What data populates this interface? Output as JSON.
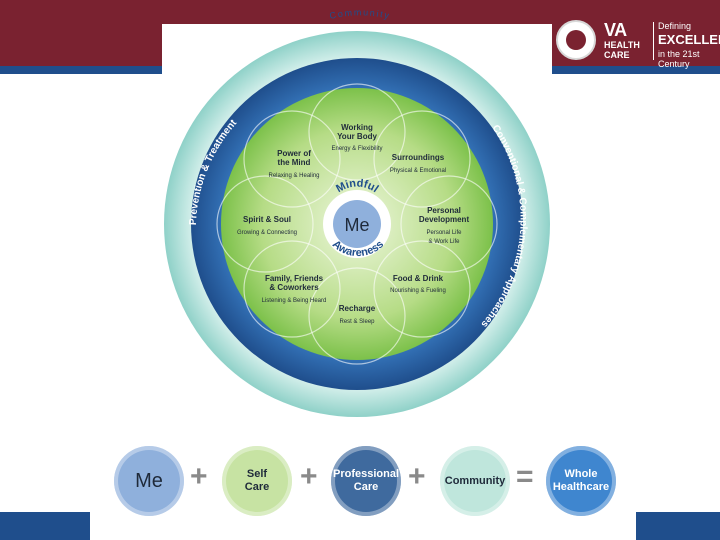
{
  "logo": {
    "va": "VA",
    "health_care": "HEALTH\nCARE",
    "defining": "Defining",
    "excellence": "EXCELLENCE",
    "century": "in the 21st Century"
  },
  "wheel": {
    "outer_top": "Community",
    "outer_left": "Prevention & Treatment",
    "outer_right": "Conventional & Complementary Approaches",
    "center": "Me",
    "mindful": "Mindful",
    "awareness": "Awareness",
    "petals": [
      {
        "title1": "Working",
        "title2": "Your Body",
        "sub1": "Energy & Flexibility",
        "sub2": ""
      },
      {
        "title1": "Surroundings",
        "title2": "",
        "sub1": "Physical & Emotional",
        "sub2": ""
      },
      {
        "title1": "Personal",
        "title2": "Development",
        "sub1": "Personal Life",
        "sub2": "& Work Life"
      },
      {
        "title1": "Food & Drink",
        "title2": "",
        "sub1": "Nourishing & Fueling",
        "sub2": ""
      },
      {
        "title1": "Recharge",
        "title2": "",
        "sub1": "Rest & Sleep",
        "sub2": ""
      },
      {
        "title1": "Family, Friends",
        "title2": "& Coworkers",
        "sub1": "Listening & Being Heard",
        "sub2": ""
      },
      {
        "title1": "Spirit & Soul",
        "title2": "",
        "sub1": "Growing & Connecting",
        "sub2": ""
      },
      {
        "title1": "Power of",
        "title2": "the Mind",
        "sub1": "Relaxing & Healing",
        "sub2": ""
      }
    ]
  },
  "equation": {
    "items": [
      {
        "label": "Me",
        "color": "#8fb0dc"
      },
      {
        "label": "Self\nCare",
        "color": "#c7e3a3"
      },
      {
        "label": "Professional\nCare",
        "color": "#3f6a9e"
      },
      {
        "label": "Community",
        "color": "#bfe6dc"
      },
      {
        "label": "Whole\nHealthcare",
        "color": "#3f86cf"
      }
    ],
    "ops": [
      "+",
      "+",
      "+",
      "="
    ]
  },
  "colors": {
    "header": "#7a2230",
    "stripe": "#1f4e8c",
    "outer_ring": "#bfe6e2",
    "blue_ring": "#1f4e8c",
    "green": "#7cc14a"
  }
}
